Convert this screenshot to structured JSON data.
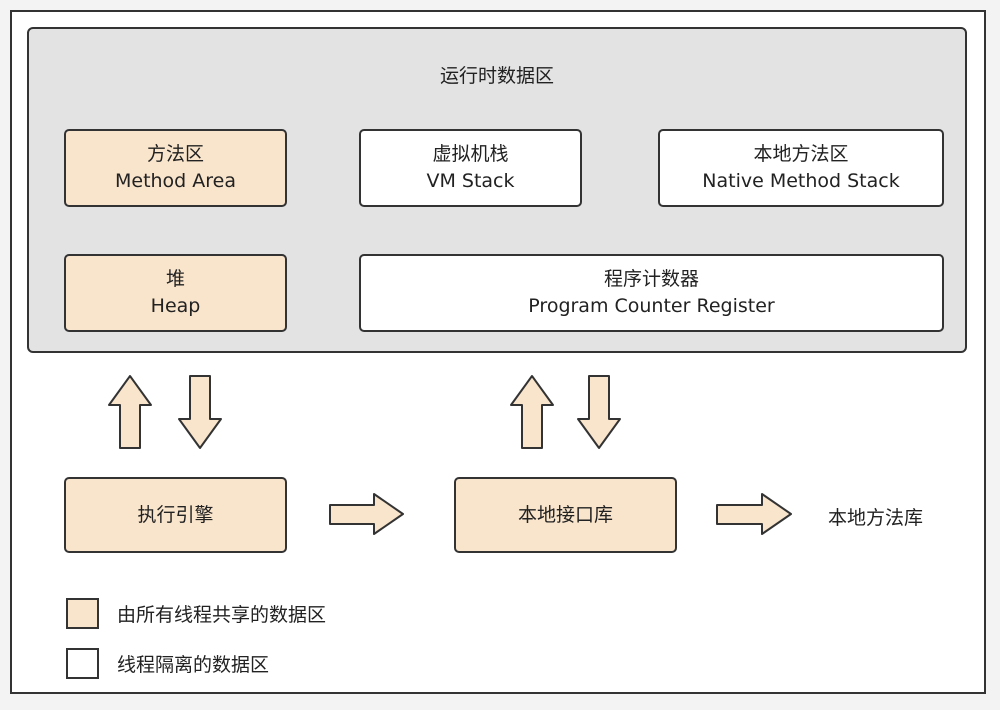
{
  "runtime_area": {
    "title": "运行时数据区"
  },
  "boxes": {
    "method_area": {
      "cn": "方法区",
      "en": "Method Area"
    },
    "vm_stack": {
      "cn": "虚拟机栈",
      "en": "VM Stack"
    },
    "native_stack": {
      "cn": "本地方法区",
      "en": "Native Method Stack"
    },
    "heap": {
      "cn": "堆",
      "en": "Heap"
    },
    "pc_register": {
      "cn": "程序计数器",
      "en": "Program Counter Register"
    }
  },
  "bottom": {
    "exec_engine": "执行引擎",
    "native_interface": "本地接口库",
    "native_lib": "本地方法库"
  },
  "legend": {
    "shared": "由所有线程共享的数据区",
    "isolated": "线程隔离的数据区"
  },
  "colors": {
    "shared_fill": "#f9e4cc",
    "isolated_fill": "#ffffff",
    "runtime_bg": "#e3e3e3",
    "border": "#333333"
  }
}
